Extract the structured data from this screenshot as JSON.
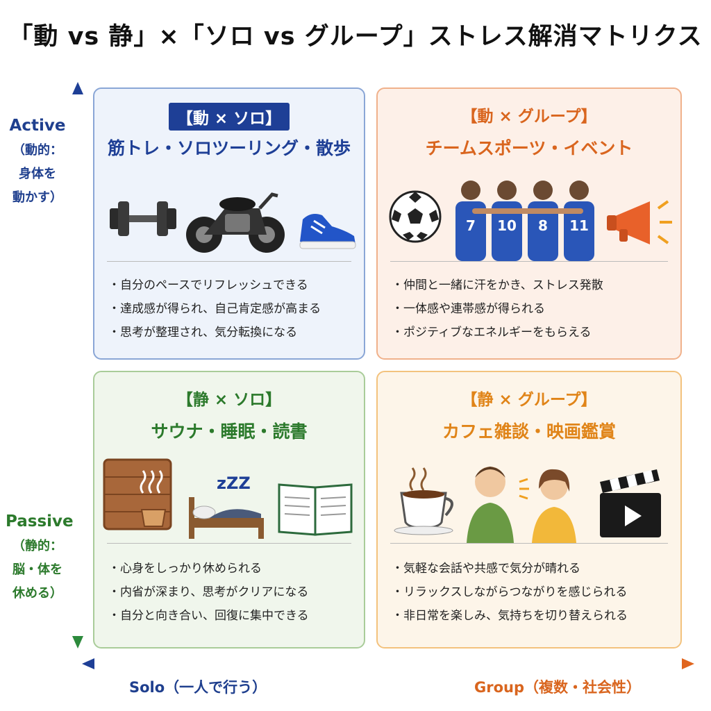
{
  "title": "「動 vs 静」×「ソロ vs グループ」ストレス解消マトリクス",
  "axes": {
    "y_top": {
      "main": "Active",
      "sub_lines": [
        "（動的：",
        "身体を",
        "動かす）"
      ]
    },
    "y_bottom": {
      "main": "Passive",
      "sub_lines": [
        "（静的：",
        "脳・体を",
        "休める）"
      ]
    },
    "x_left": "Solo（一人で行う）",
    "x_right": "Group（複数・社会性）"
  },
  "colors": {
    "active_solo": "#1e3f96",
    "active_group": "#d9651e",
    "passive_solo": "#2c7a2c",
    "passive_group": "#e08418"
  },
  "quadrants": {
    "active_solo": {
      "badge": "【動 × ソロ】",
      "subtitle": "筋トレ・ソロツーリング・散歩",
      "icons": [
        "dumbbell-icon",
        "motorcycle-icon",
        "sneaker-icon"
      ],
      "bullets": [
        "自分のペースでリフレッシュできる",
        "達成感が得られ、自己肯定感が高まる",
        "思考が整理され、気分転換になる"
      ]
    },
    "active_group": {
      "badge": "【動 × グループ】",
      "subtitle": "チームスポーツ・イベント",
      "icons": [
        "soccer-ball-icon",
        "team-players-icon",
        "megaphone-icon"
      ],
      "jersey_numbers": [
        "7",
        "10",
        "8",
        "11"
      ],
      "bullets": [
        "仲間と一緒に汗をかき、ストレス発散",
        "一体感や連帯感が得られる",
        "ポジティブなエネルギーをもらえる"
      ]
    },
    "passive_solo": {
      "badge": "【静 × ソロ】",
      "subtitle": "サウナ・睡眠・読書",
      "icons": [
        "sauna-icon",
        "bed-icon",
        "open-book-icon"
      ],
      "sleep_text": "zZZ",
      "bullets": [
        "心身をしっかり休められる",
        "内省が深まり、思考がクリアになる",
        "自分と向き合い、回復に集中できる"
      ]
    },
    "passive_group": {
      "badge": "【静 × グループ】",
      "subtitle": "カフェ雑談・映画鑑賞",
      "icons": [
        "coffee-cup-icon",
        "people-talking-icon",
        "clapperboard-icon"
      ],
      "bullets": [
        "気軽な会話や共感で気分が晴れる",
        "リラックスしながらつながりを感じられる",
        "非日常を楽しみ、気持ちを切り替えられる"
      ]
    }
  }
}
